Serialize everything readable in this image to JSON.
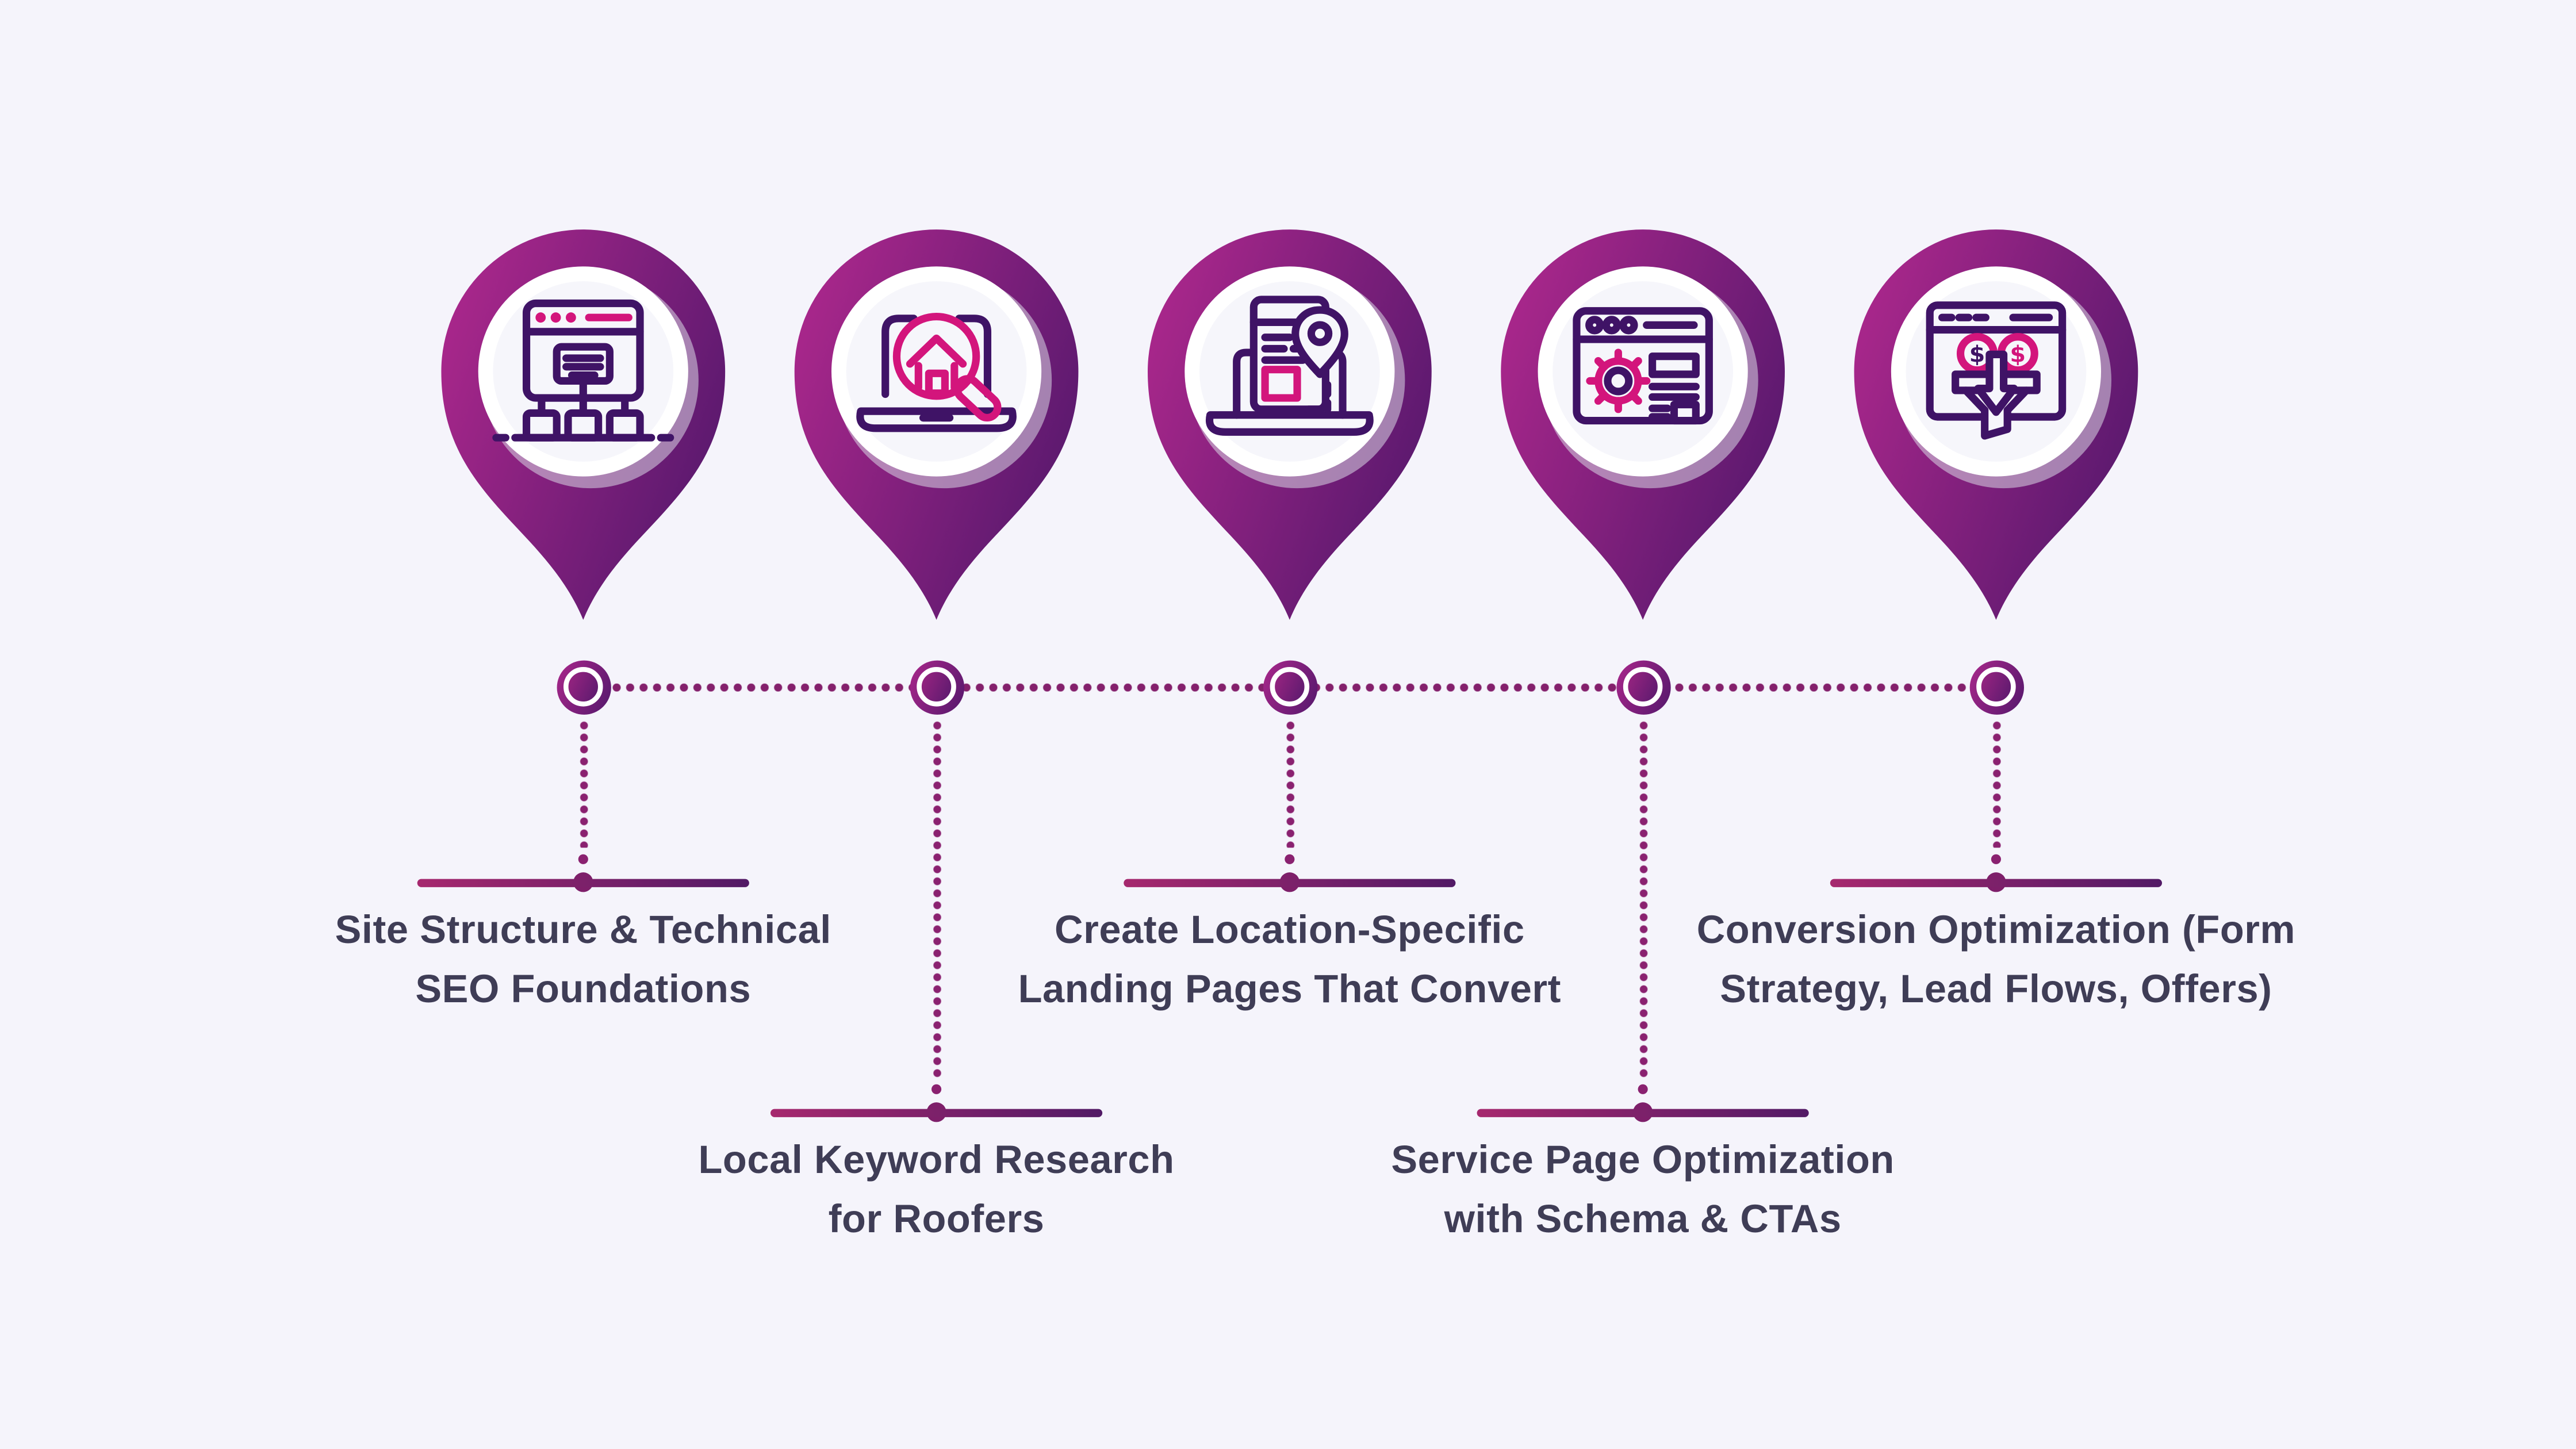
{
  "figure": {
    "type": "roadmap-timeline-infographic",
    "topic": "Roofing SEO process - 5 steps"
  },
  "colors": {
    "background": "#F5F4FB",
    "pin_gradient_start": "#A9278B",
    "pin_gradient_end": "#54186C",
    "icon_purple": "#3F1366",
    "accent_pink": "#D3157C",
    "text": "#3F3D56",
    "line_gradient_start": "#A6286E",
    "line_gradient_end": "#521A66",
    "dot": "#84206C"
  },
  "steps": [
    {
      "id": 1,
      "icon": "site-structure-sitemap-icon",
      "row": "top",
      "label_lines": [
        "Site Structure & Technical",
        "SEO Foundations"
      ]
    },
    {
      "id": 2,
      "icon": "local-keyword-search-laptop-icon",
      "row": "bottom",
      "label_lines": [
        "Local Keyword Research",
        "for Roofers"
      ]
    },
    {
      "id": 3,
      "icon": "location-landing-page-icon",
      "row": "top",
      "label_lines": [
        "Create Location-Specific",
        "Landing Pages That Convert"
      ]
    },
    {
      "id": 4,
      "icon": "service-page-settings-icon",
      "row": "bottom",
      "label_lines": [
        "Service Page Optimization",
        "with Schema & CTAs"
      ]
    },
    {
      "id": 5,
      "icon": "conversion-funnel-icon",
      "row": "top",
      "label_lines": [
        "Conversion Optimization (Form",
        "Strategy, Lead Flows, Offers)"
      ]
    }
  ]
}
